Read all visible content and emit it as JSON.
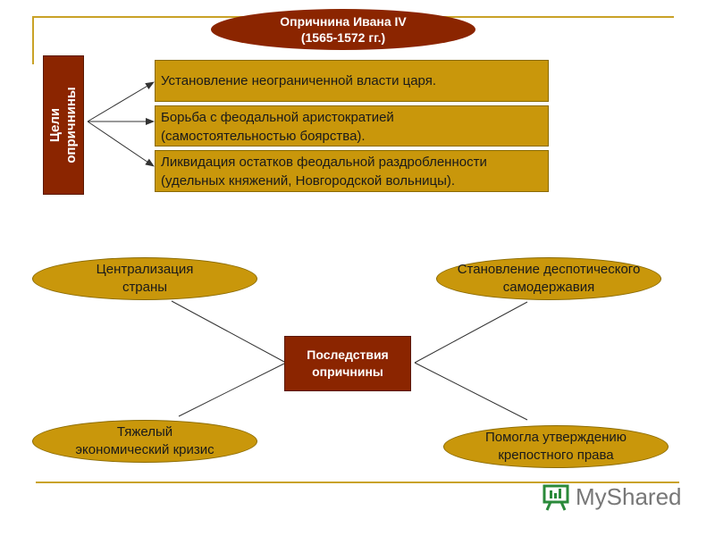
{
  "title": {
    "line1": "Опричнина Ивана IV",
    "line2": "(1565-1572 гг.)"
  },
  "goals_label": {
    "line1": "Цели",
    "line2": "опричнины"
  },
  "goals": [
    {
      "line1": "Установление неограниченной власти царя.",
      "line2": ""
    },
    {
      "line1": "Борьба с феодальной аристократией",
      "line2": "(самостоятельностью боярства)."
    },
    {
      "line1": "Ликвидация остатков феодальной раздробленности",
      "line2": "(удельных княжений, Новгородской вольницы)."
    }
  ],
  "consequences_label": {
    "line1": "Последствия",
    "line2": "опричнины"
  },
  "consequences": {
    "top_left": {
      "line1": "Централизация",
      "line2": "страны"
    },
    "top_right": {
      "line1": "Становление деспотического",
      "line2": "самодержавия"
    },
    "bottom_left": {
      "line1": "Тяжелый",
      "line2": "экономический кризис"
    },
    "bottom_right": {
      "line1": "Помогла утверждению",
      "line2": "крепостного права"
    }
  },
  "logo": {
    "text": "MyShared"
  },
  "colors": {
    "dark_red": "#8b2500",
    "gold": "#c9970b",
    "frame": "#c9a227"
  }
}
